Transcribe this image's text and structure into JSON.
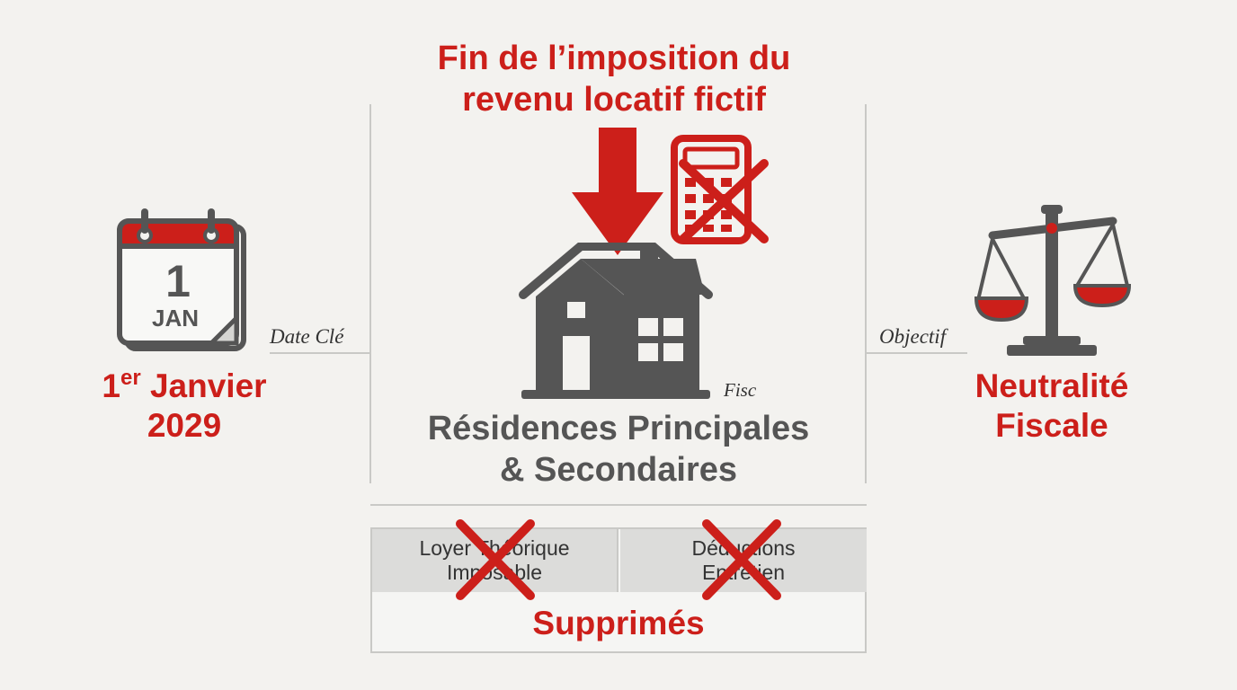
{
  "header": {
    "title_line1": "Fin de l’imposition du",
    "title_line2": "revenu locatif fictif"
  },
  "left": {
    "calendar_day": "1",
    "calendar_month": "JAN",
    "label": "Date Clé",
    "date_prefix": "1",
    "date_sup": "er",
    "date_word": "Janvier",
    "date_year": "2029"
  },
  "center": {
    "fisc_label": "Fisc",
    "subject_line1": "Résidences Principales",
    "subject_line2": "& Secondaires"
  },
  "right": {
    "label": "Objectif",
    "goal_line1": "Neutralité",
    "goal_line2": "Fiscale"
  },
  "table": {
    "items": [
      {
        "line1": "Loyer Théorique",
        "line2": "Imposable"
      },
      {
        "line1": "Déductions",
        "line2": "Entretien"
      }
    ],
    "result": "Supprimés"
  },
  "colors": {
    "accent": "#cc1f1a",
    "icon_gray": "#555555",
    "background": "#f3f2ef"
  },
  "icons": [
    "calendar-icon",
    "down-arrow-icon",
    "calculator-icon",
    "cross-icon",
    "house-icon",
    "scales-icon"
  ]
}
